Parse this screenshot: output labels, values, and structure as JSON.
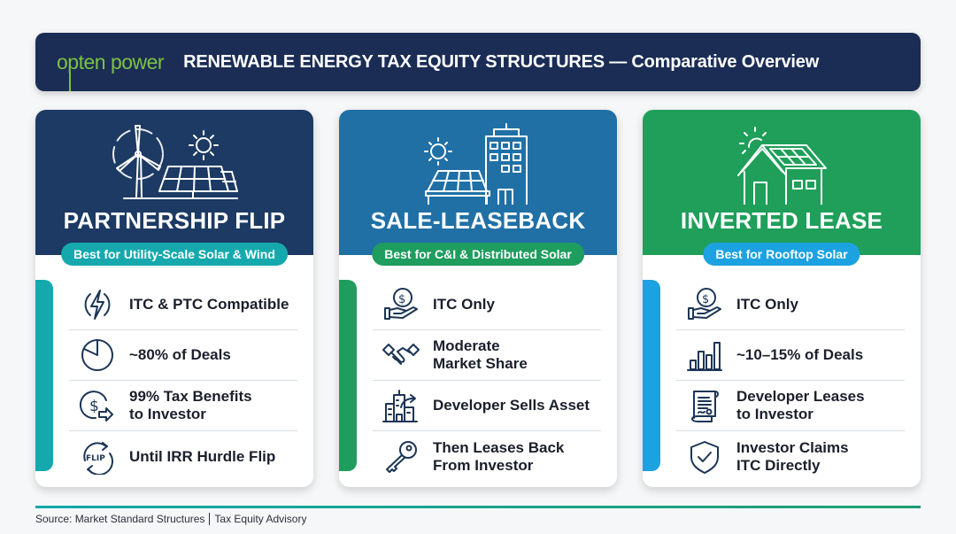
{
  "header": {
    "logo": "opten power",
    "title": "RENEWABLE ENERGY TAX EQUITY STRUCTURES — Comparative Overview"
  },
  "colors": {
    "header_bg": "#1b2d55",
    "logo_green": "#7cc242",
    "card1_head": "#1c3a63",
    "card1_accent": "#15a9ad",
    "card2_head": "#2070a6",
    "card2_accent": "#1e9d5f",
    "card3_head": "#1f9f5a",
    "card3_accent": "#1ca2e0",
    "icon_stroke": "#1c3556"
  },
  "cards": [
    {
      "title": "PARTNERSHIP FLIP",
      "badge": "Best for Utility-Scale Solar & Wind",
      "header_icon": "wind-turbine-solar-panel-icon",
      "rows": [
        {
          "icon": "lightning-circle-icon",
          "text": "ITC & PTC Compatible"
        },
        {
          "icon": "pie-chart-icon",
          "text": "~80% of Deals"
        },
        {
          "icon": "dollar-transfer-icon",
          "text": "99% Tax Benefits\nto Investor"
        },
        {
          "icon": "flip-cycle-icon",
          "text": "Until IRR Hurdle Flip",
          "icon_label": "FLIP"
        }
      ]
    },
    {
      "title": "SALE-LEASEBACK",
      "badge": "Best for C&I & Distributed Solar",
      "header_icon": "solar-building-icon",
      "rows": [
        {
          "icon": "hand-dollar-icon",
          "text": "ITC Only"
        },
        {
          "icon": "handshake-icon",
          "text": "Moderate\nMarket Share"
        },
        {
          "icon": "building-arrow-icon",
          "text": "Developer Sells Asset"
        },
        {
          "icon": "key-icon",
          "text": "Then Leases Back\nFrom Investor"
        }
      ]
    },
    {
      "title": "INVERTED LEASE",
      "badge": "Best for Rooftop Solar",
      "header_icon": "solar-house-icon",
      "rows": [
        {
          "icon": "hand-dollar-icon",
          "text": "ITC Only"
        },
        {
          "icon": "bar-chart-icon",
          "text": "~10–15% of Deals"
        },
        {
          "icon": "contract-scroll-icon",
          "text": "Developer Leases\nto Investor"
        },
        {
          "icon": "shield-check-icon",
          "text": "Investor Claims\nITC Directly"
        }
      ]
    }
  ],
  "footer": {
    "source_left": "Source: Market Standard Structures",
    "source_right": "Tax Equity Advisory"
  }
}
